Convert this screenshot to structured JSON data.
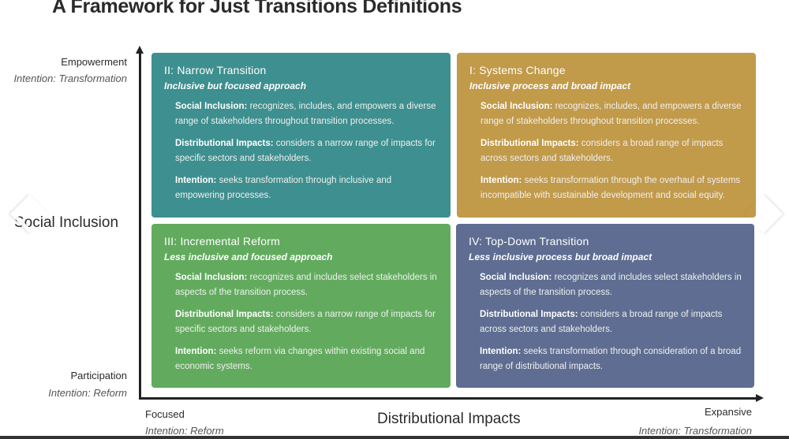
{
  "title": "A Framework for Just Transitions Definitions",
  "y_axis": {
    "title": "Social Inclusion",
    "top_label": "Empowerment",
    "top_intention": "Intention: Transformation",
    "bottom_label": "Participation",
    "bottom_intention": "Intention: Reform"
  },
  "x_axis": {
    "title": "Distributional Impacts",
    "left_label": "Focused",
    "left_intention": "Intention: Reform",
    "right_label": "Expansive",
    "right_intention": "Intention: Transformation"
  },
  "quadrants": [
    {
      "title": "II:  Narrow Transition",
      "subtitle": "Inclusive but focused approach",
      "color": "#3E8F8F",
      "items": [
        {
          "label": "Social Inclusion:",
          "text": " recognizes, includes, and empowers a diverse range of stakeholders throughout transition processes."
        },
        {
          "label": "Distributional Impacts:",
          "text": " considers a narrow range of impacts for specific sectors and stakeholders."
        },
        {
          "label": "Intention:",
          "text": " seeks transformation through inclusive and empowering processes."
        }
      ]
    },
    {
      "title": "I:  Systems Change",
      "subtitle": "Inclusive process and broad impact",
      "color": "#C19A4A",
      "items": [
        {
          "label": "Social Inclusion:",
          "text": " recognizes, includes, and empowers a diverse range of stakeholders throughout transition processes."
        },
        {
          "label": "Distributional Impacts:",
          "text": " considers a broad range of impacts across sectors and stakeholders."
        },
        {
          "label": "Intention:",
          "text": " seeks transformation through the overhaul of systems incompatible with sustainable development and social equity."
        }
      ]
    },
    {
      "title": "III:  Incremental Reform",
      "subtitle": "Less inclusive and focused approach",
      "color": "#62AB5E",
      "items": [
        {
          "label": "Social Inclusion:",
          "text": " recognizes and includes select stakeholders in aspects of the transition process."
        },
        {
          "label": "Distributional Impacts:",
          "text": " considers a narrow range of impacts for specific sectors and stakeholders."
        },
        {
          "label": "Intention:",
          "text": " seeks reform via changes within existing social and economic systems."
        }
      ]
    },
    {
      "title": "IV:  Top-Down Transition",
      "subtitle": "Less inclusive process but broad impact",
      "color": "#5E6D91",
      "items": [
        {
          "label": "Social Inclusion:",
          "text": " recognizes and includes select stakeholders in aspects of the transition process."
        },
        {
          "label": "Distributional Impacts:",
          "text": " considers a broad range of impacts across sectors and stakeholders."
        },
        {
          "label": "Intention:",
          "text": " seeks transformation through consideration of a broad range of distributional impacts."
        }
      ]
    }
  ]
}
